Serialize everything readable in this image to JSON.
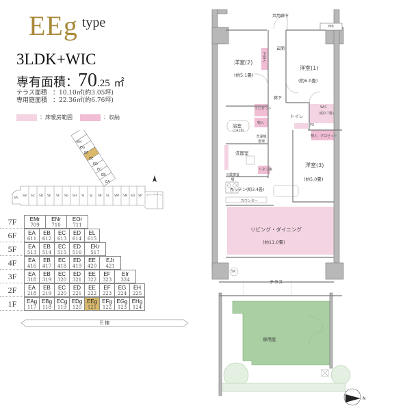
{
  "header": {
    "type_code": "EEg",
    "type_suffix": "type",
    "layout": "3LDK+WIC",
    "exclusive_area_label": "専有面積：",
    "exclusive_area_int": "70",
    "exclusive_area_dec": ".25",
    "exclusive_area_unit": "㎡",
    "terrace_label": "テラス面積",
    "terrace_value": "：10.10㎡(約3.05坪)",
    "garden_label": "専用庭面積",
    "garden_value": "：22.36㎡(約6.76坪)"
  },
  "legend": [
    {
      "label": "：床暖房範囲",
      "color": "#f4d4e2"
    },
    {
      "label": "：収納",
      "color": "#f0bdd4"
    }
  ],
  "colors": {
    "accent_gold": "#a8893a",
    "highlight_unit": "#d9b86a",
    "floor_heating": "#f4d4e2",
    "storage": "#f0bdd4",
    "garden": "#a9cfa3",
    "wall": "#9a9a9a"
  },
  "keyplan": {
    "wing_e": [
      "EH",
      "EG",
      "EF",
      "EE",
      "ED",
      "EC",
      "EB",
      "EA"
    ],
    "highlight": "EE",
    "wing_s": [
      "SA",
      "SB",
      "SC",
      "SD",
      "SE",
      "SF",
      "SG",
      "SH",
      "SI",
      "SJ",
      "SK",
      "SL",
      "SM",
      "SN",
      "SO",
      "SP"
    ],
    "elevator_hall": "エレベーターホール",
    "north_arrow": "N"
  },
  "floors": [
    {
      "floor": "7F",
      "units": [
        {
          "c": "EMr",
          "n": "709"
        },
        {
          "c": "ENr",
          "n": "710"
        },
        {
          "c": "EOr",
          "n": "711"
        }
      ]
    },
    {
      "floor": "6F",
      "units": [
        {
          "c": "EA",
          "n": "611"
        },
        {
          "c": "EB",
          "n": "612"
        },
        {
          "c": "EC",
          "n": "613"
        },
        {
          "c": "ED",
          "n": "614"
        },
        {
          "c": "EL",
          "n": "615"
        }
      ]
    },
    {
      "floor": "5F",
      "units": [
        {
          "c": "EA",
          "n": "513"
        },
        {
          "c": "EB",
          "n": "514"
        },
        {
          "c": "EC",
          "n": "515"
        },
        {
          "c": "ED",
          "n": "516"
        },
        {
          "c": "EKr",
          "n": "517"
        }
      ]
    },
    {
      "floor": "4F",
      "units": [
        {
          "c": "EA",
          "n": "416"
        },
        {
          "c": "EB",
          "n": "417"
        },
        {
          "c": "EC",
          "n": "418"
        },
        {
          "c": "ED",
          "n": "419"
        },
        {
          "c": "EE",
          "n": "420"
        },
        {
          "c": "EJr",
          "n": "421"
        }
      ]
    },
    {
      "floor": "3F",
      "units": [
        {
          "c": "EA",
          "n": "318"
        },
        {
          "c": "EB",
          "n": "319"
        },
        {
          "c": "EC",
          "n": "320"
        },
        {
          "c": "ED",
          "n": "321"
        },
        {
          "c": "EE",
          "n": "322"
        },
        {
          "c": "EF",
          "n": "323"
        },
        {
          "c": "EIr",
          "n": "324"
        }
      ]
    },
    {
      "floor": "2F",
      "units": [
        {
          "c": "EA",
          "n": "218"
        },
        {
          "c": "EB",
          "n": "219"
        },
        {
          "c": "EC",
          "n": "220"
        },
        {
          "c": "ED",
          "n": "221"
        },
        {
          "c": "EE",
          "n": "222"
        },
        {
          "c": "EF",
          "n": "223"
        },
        {
          "c": "EG",
          "n": "224"
        },
        {
          "c": "EH",
          "n": "225"
        }
      ]
    },
    {
      "floor": "1F",
      "units": [
        {
          "c": "EAg",
          "n": "117"
        },
        {
          "c": "EBg",
          "n": "118"
        },
        {
          "c": "ECg",
          "n": "119"
        },
        {
          "c": "EDg",
          "n": "120"
        },
        {
          "c": "EEg",
          "n": "121",
          "highlight": true
        },
        {
          "c": "EFg",
          "n": "122"
        },
        {
          "c": "EGg",
          "n": "123"
        },
        {
          "c": "EHg",
          "n": "124"
        }
      ]
    }
  ],
  "building_label": "E 棟",
  "plan": {
    "corridor": "共用廊下",
    "mb": "MB",
    "entrance": "玄関",
    "shoebox": "下足入",
    "room2": "洋室(2)",
    "room2_size": "(約5.1畳)",
    "room1": "洋室(1)",
    "room1_size": "(約6.0畳)",
    "hallway": "廊下",
    "closet": "クロゼット",
    "storage": "物入",
    "bath": "浴室",
    "bath_size": "(1418)",
    "washer": "洗濯機置場",
    "toilet": "トイレ",
    "wic": "WIC",
    "wic_size": "(約0.7畳)",
    "ps": "PS",
    "room3_storage": "物入",
    "room3_closet": "クロゼット",
    "washroom": "洗面室",
    "linen": "リネン庫",
    "room3": "洋室(3)",
    "room3_size": "(約5.0畳)",
    "fridge": "冷蔵庫置場",
    "kitchen": "キッチン(約3.4畳)",
    "counter": "カウンター",
    "ldk": "リビング・ダイニング",
    "ldk_size": "(約11.0畳)",
    "sk": "SK",
    "terrace": "テラス",
    "garden": "専用庭",
    "compass": "N"
  }
}
